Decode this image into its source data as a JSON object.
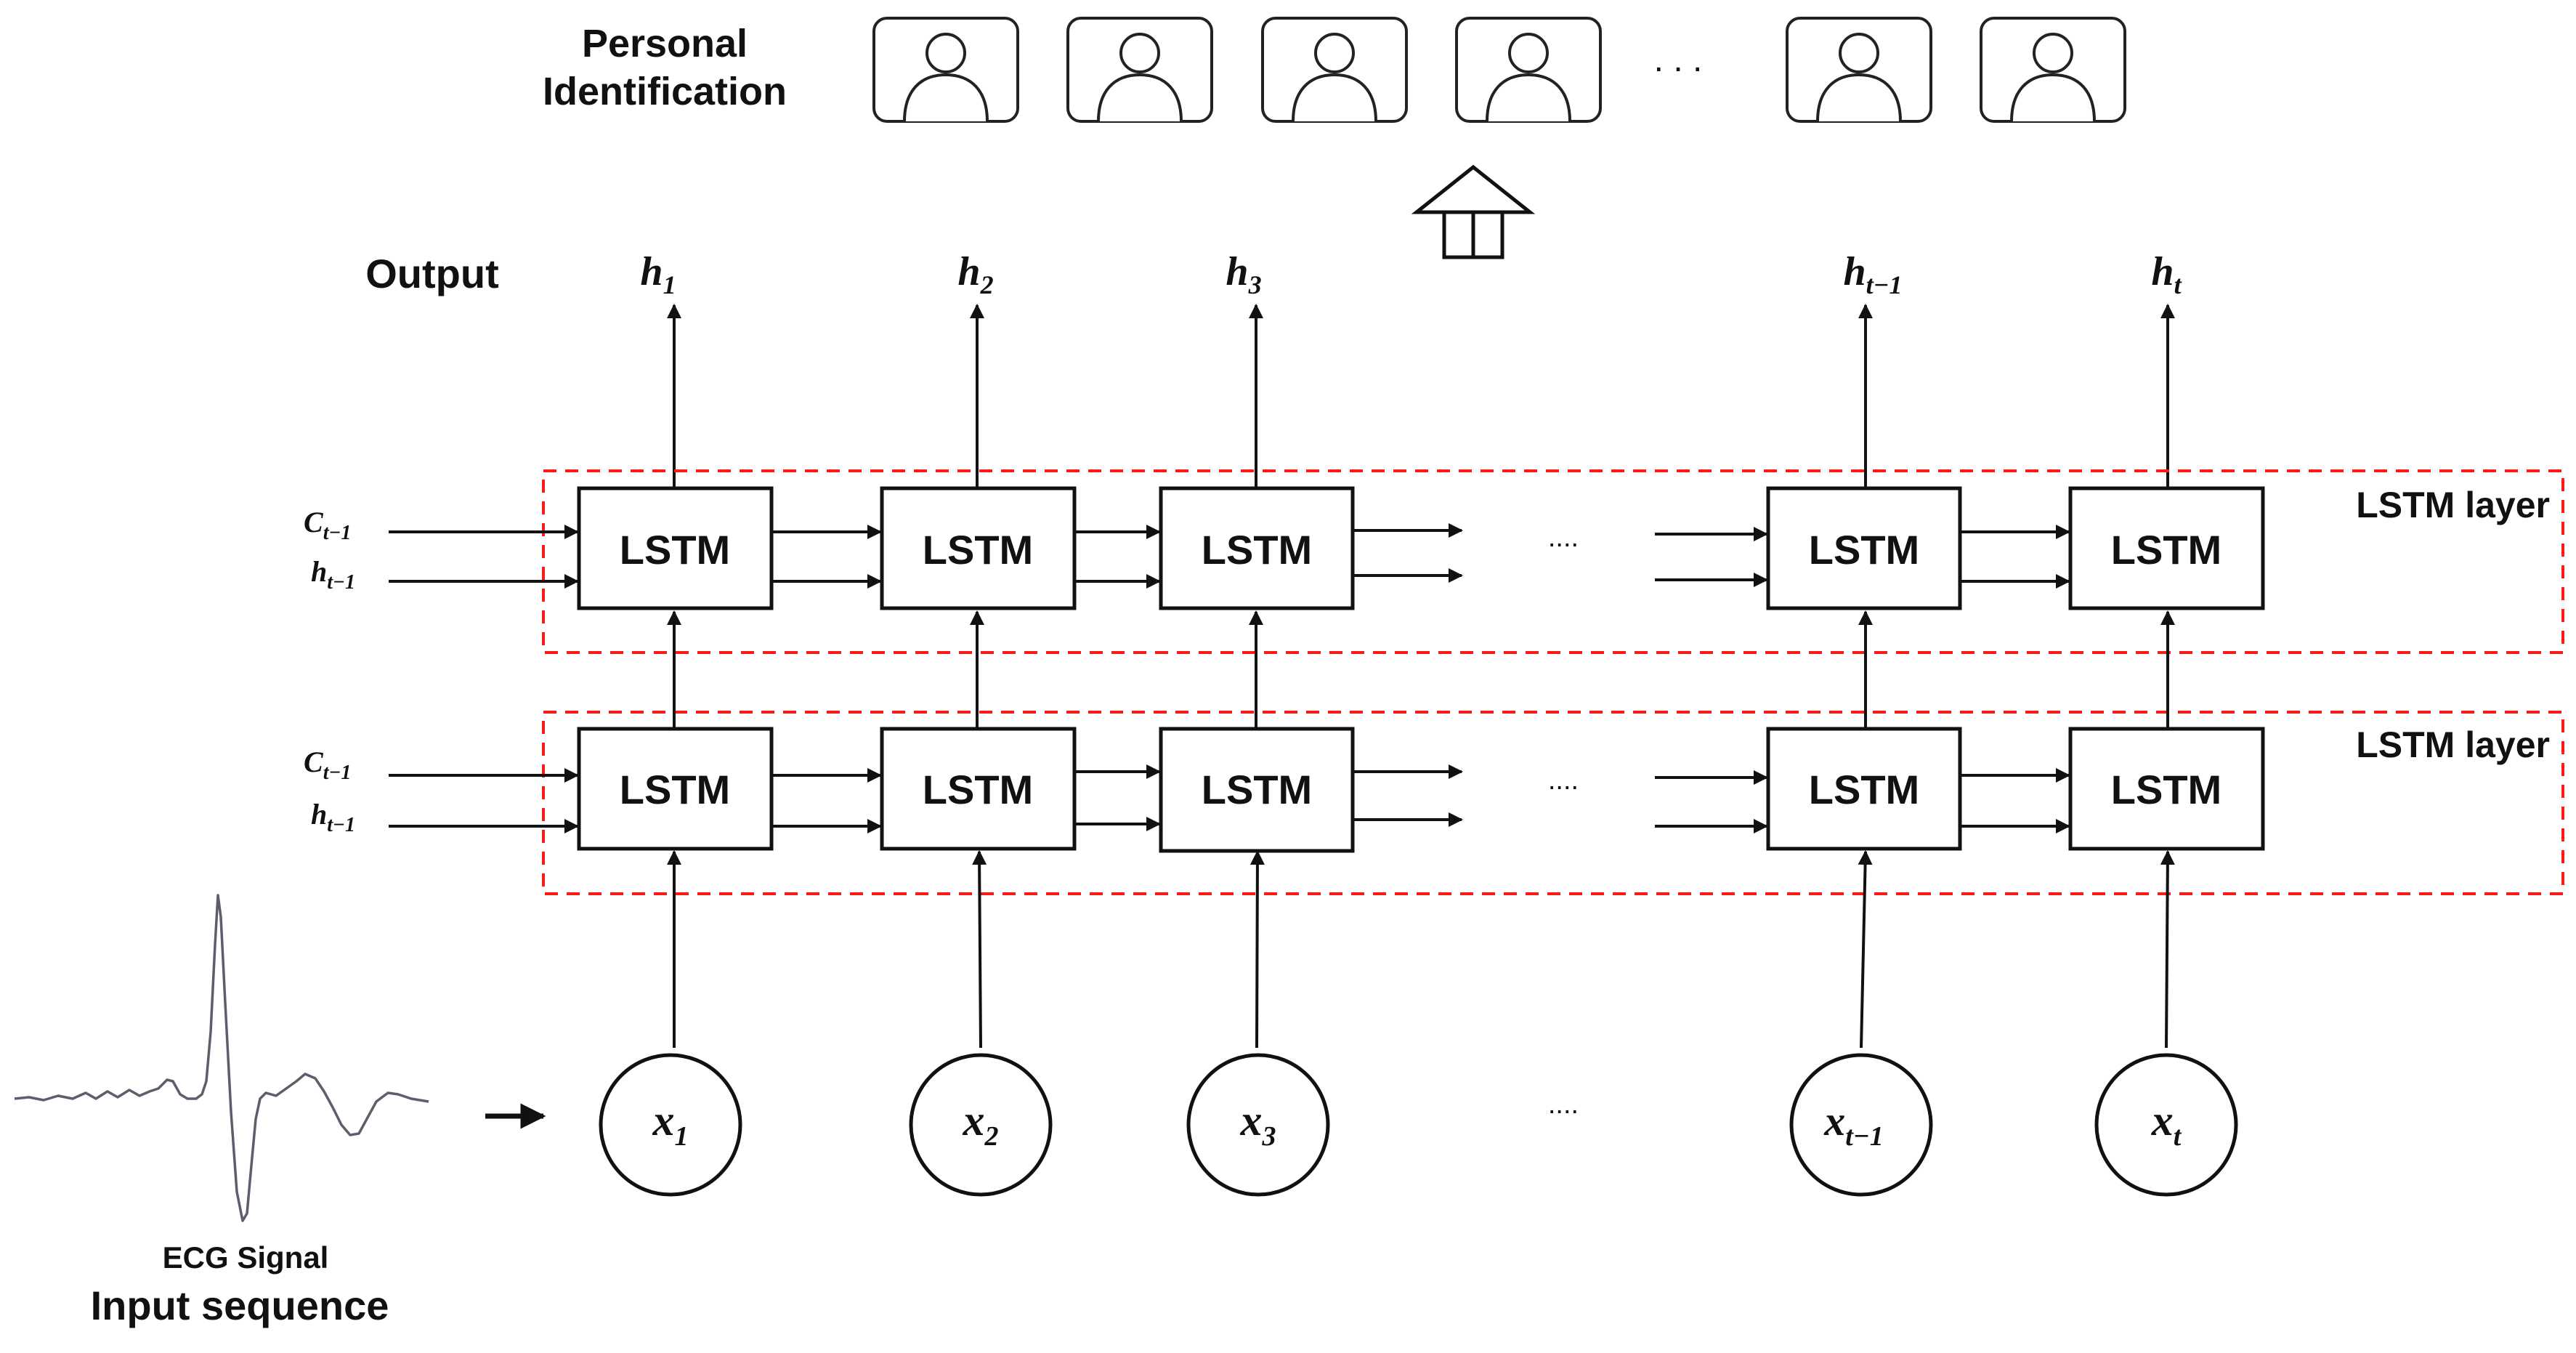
{
  "identification": {
    "title_line1": "Personal",
    "title_line2": "Identification",
    "ellipsis": ". . ."
  },
  "output": {
    "label": "Output",
    "hidden_states": [
      {
        "base": "h",
        "sub": "1"
      },
      {
        "base": "h",
        "sub": "2"
      },
      {
        "base": "h",
        "sub": "3"
      },
      {
        "base": "h",
        "sub": "t−1"
      },
      {
        "base": "h",
        "sub": "t"
      }
    ]
  },
  "layers": [
    {
      "label": "LSTM layer",
      "cell_label": "LSTM",
      "ellipsis": "....",
      "init_states": [
        {
          "base": "C",
          "sub": "t−1"
        },
        {
          "base": "h",
          "sub": "t−1"
        }
      ]
    },
    {
      "label": "LSTM layer",
      "cell_label": "LSTM",
      "ellipsis": "....",
      "init_states": [
        {
          "base": "C",
          "sub": "t−1"
        },
        {
          "base": "h",
          "sub": "t−1"
        }
      ]
    }
  ],
  "inputs": {
    "ellipsis": "....",
    "nodes": [
      {
        "base": "x",
        "sub": "1"
      },
      {
        "base": "x",
        "sub": "2"
      },
      {
        "base": "x",
        "sub": "3"
      },
      {
        "base": "x",
        "sub": "t−1"
      },
      {
        "base": "x",
        "sub": "t"
      }
    ]
  },
  "ecg": {
    "signal_label": "ECG Signal",
    "sequence_label": "Input sequence"
  },
  "colors": {
    "layer_border": "#ff1a1a",
    "stroke": "#111111"
  }
}
